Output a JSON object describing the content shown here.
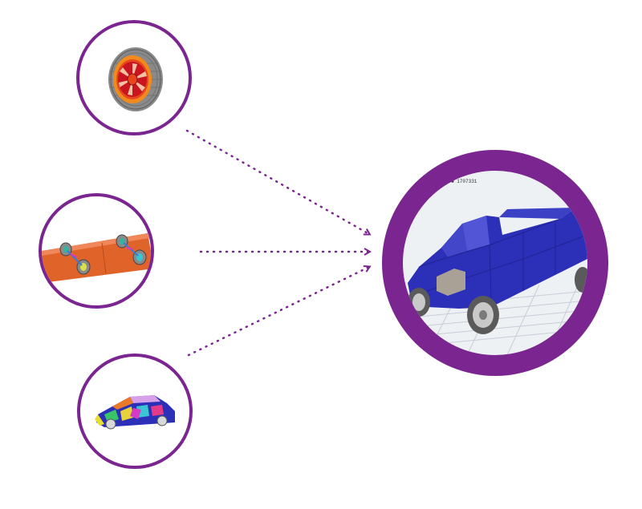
{
  "diagram": {
    "nodes": [
      {
        "id": "tire",
        "icon": "tire-wheel-model-icon"
      },
      {
        "id": "chassis",
        "icon": "chassis-suspension-model-icon"
      },
      {
        "id": "body",
        "icon": "body-in-white-model-icon"
      }
    ],
    "target": {
      "icon": "full-vehicle-model-icon",
      "label": "■ 1707331"
    },
    "edges": [
      {
        "from": "tire",
        "to": "target",
        "style": "dotted-arrow"
      },
      {
        "from": "chassis",
        "to": "target",
        "style": "dotted-arrow"
      },
      {
        "from": "body",
        "to": "target",
        "style": "dotted-arrow"
      }
    ]
  },
  "colors": {
    "accent": "#7a2590",
    "vehicle_blue": "#2c2fb8",
    "chassis_orange": "#e0642a"
  }
}
